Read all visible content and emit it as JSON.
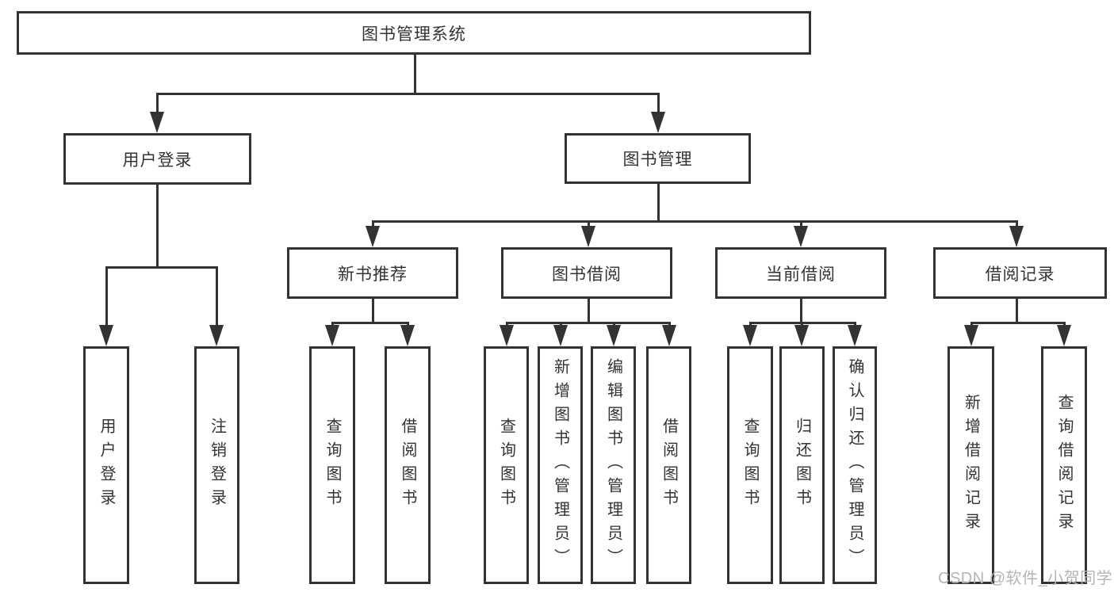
{
  "page": {
    "watermark": "CSDN @软件_小贺同学"
  },
  "colors": {
    "line": "#333333",
    "text": "#333333",
    "watermark": "#b5b5b5",
    "background": "#ffffff"
  },
  "diagram": {
    "type": "tree",
    "root": {
      "label": "图书管理系统",
      "children": [
        {
          "label": "用户登录",
          "children": [
            {
              "label": "用户登录"
            },
            {
              "label": "注销登录"
            }
          ]
        },
        {
          "label": "图书管理",
          "children": [
            {
              "label": "新书推荐",
              "children": [
                {
                  "label": "查询图书"
                },
                {
                  "label": "借阅图书"
                }
              ]
            },
            {
              "label": "图书借阅",
              "children": [
                {
                  "label": "查询图书"
                },
                {
                  "label": "新增图书（管理员）"
                },
                {
                  "label": "编辑图书（管理员）"
                },
                {
                  "label": "借阅图书"
                }
              ]
            },
            {
              "label": "当前借阅",
              "children": [
                {
                  "label": "查询图书"
                },
                {
                  "label": "归还图书"
                },
                {
                  "label": "确认归还（管理员）"
                }
              ]
            },
            {
              "label": "借阅记录",
              "children": [
                {
                  "label": "新增借阅记录"
                },
                {
                  "label": "查询借阅记录"
                }
              ]
            }
          ]
        }
      ]
    }
  }
}
